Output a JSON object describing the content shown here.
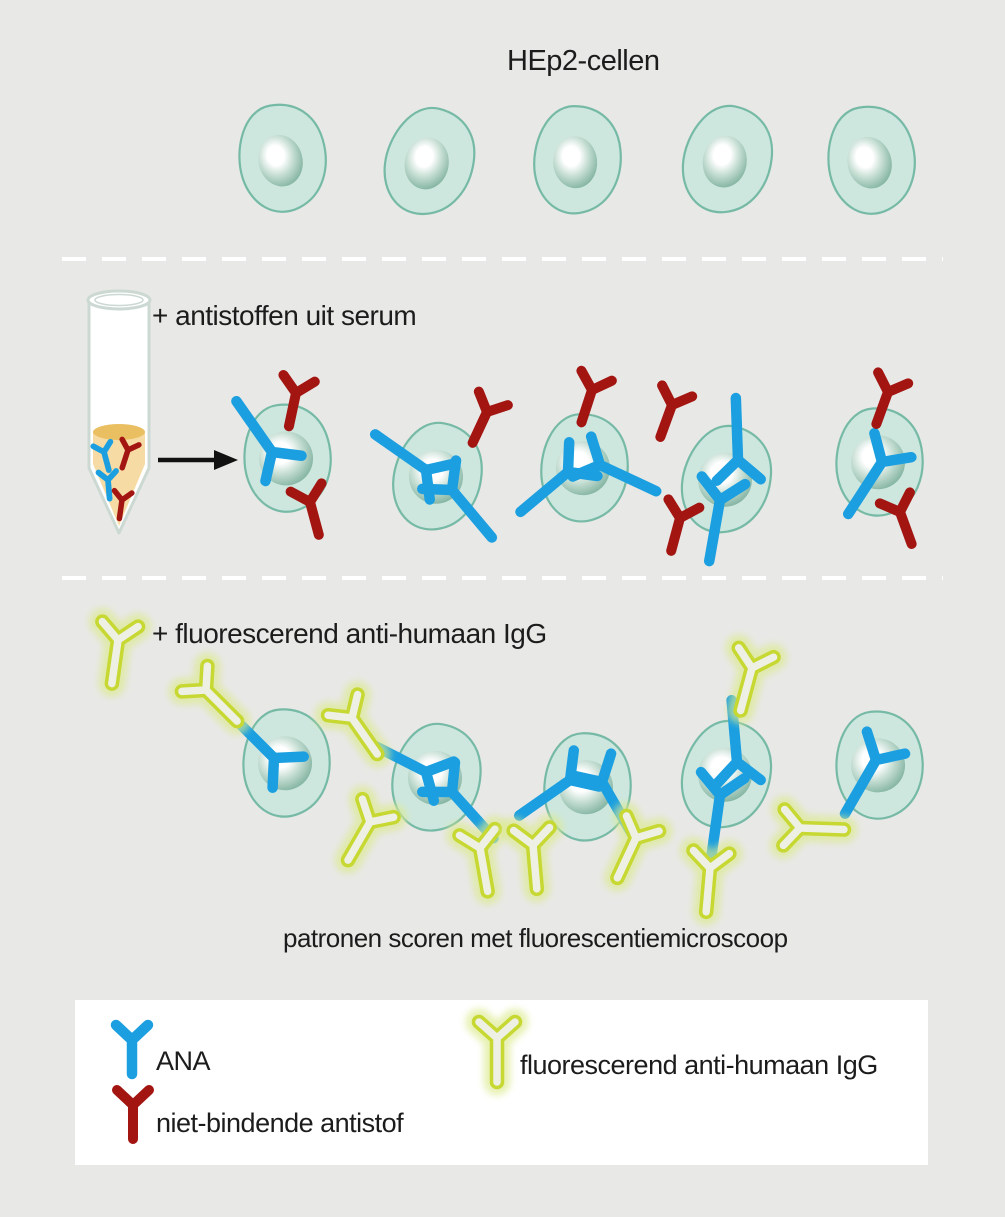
{
  "title": "HEp2-cellen",
  "steps": {
    "add_serum": "+ antistoffen uit serum",
    "add_fluorescent": "+ fluorescerend anti-humaan IgG",
    "caption": "patronen scoren met fluorescentiemicroscoop"
  },
  "legend": {
    "ana_label": "ANA",
    "non_binding_label": "niet-bindende antistof",
    "fluorescent_label": "fluorescerend anti-humaan IgG"
  },
  "icons": {
    "ana": "blue-Y-antibody",
    "non_binding": "dark-red-Y-antibody",
    "fluorescent": "yellow-green-glowing-Y-antibody",
    "cell": "teal-cell-with-nucleus",
    "tube": "serum-test-tube",
    "arrow": "right-arrow"
  },
  "colors": {
    "background": "#e8e8e6",
    "text": "#1c1c1c",
    "cell_fill": "#cde7df",
    "cell_stroke": "#76baa6",
    "nucleus_light": "#ffffff",
    "nucleus_mid": "#c4ddd2",
    "nucleus_dark": "#85b5a3",
    "ana_blue": "#1b9fe0",
    "non_binding_red": "#a31511",
    "fluorescent_outline": "#c6d831",
    "fluorescent_fill": "#eef0e3",
    "fluorescent_glow": "#dcea8c",
    "tube_outline": "#ccd9d3",
    "serum_light": "#f6dca4",
    "serum_dark": "#eabf62",
    "arrow": "#111111",
    "divider": "#ffffff",
    "legend_bg": "#ffffff"
  }
}
